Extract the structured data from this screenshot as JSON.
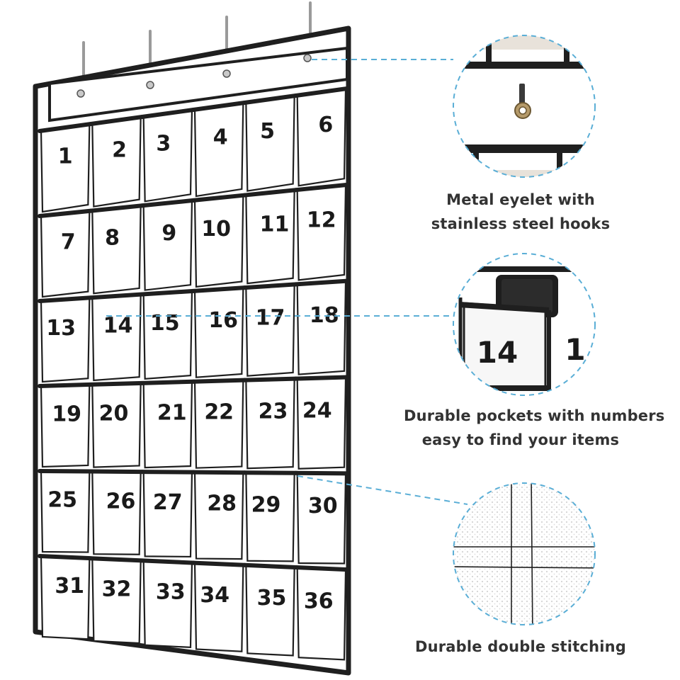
{
  "pocket_numbers": [
    "1",
    "2",
    "3",
    "4",
    "5",
    "6",
    "7",
    "8",
    "9",
    "10",
    "11",
    "12",
    "13",
    "14",
    "15",
    "16",
    "17",
    "18",
    "19",
    "20",
    "21",
    "22",
    "23",
    "24",
    "25",
    "26",
    "27",
    "28",
    "29",
    "30",
    "31",
    "32",
    "33",
    "34",
    "35",
    "36"
  ],
  "callouts": [
    {
      "line1": "Metal eyelet with",
      "line2": "stainless steel hooks"
    },
    {
      "line1": "Durable pockets with numbers",
      "line2": "easy to find your items"
    },
    {
      "line1": "Durable double stitching",
      "line2": ""
    }
  ],
  "zoom_pocket_number": "14",
  "zoom_pocket_number_partial": "1",
  "colors": {
    "fabric": "#ffffff",
    "binding": "#1f1f1f",
    "callout_circle": "#5aaed6",
    "caption_text": "#333333",
    "number_text": "#1a1a1a"
  },
  "icons": [
    "hook-icon",
    "eyelet-icon",
    "phone-icon"
  ]
}
